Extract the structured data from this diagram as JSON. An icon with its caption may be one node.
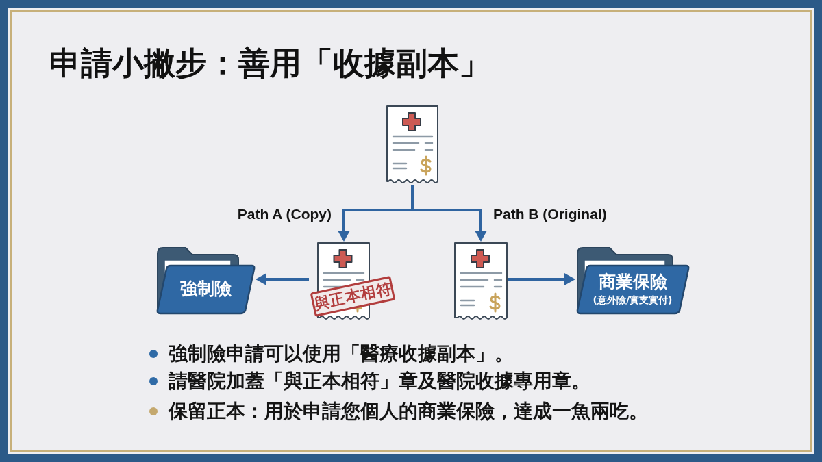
{
  "diagram": {
    "title": "申請小撇步：善用「收據副本」",
    "nodes": [
      {
        "text": [],
        "shape": "picture"
      },
      {
        "text": [
          "強制險"
        ]
      },
      {
        "text": [],
        "shape": "picture"
      },
      {
        "text": [
          "與正本相符"
        ],
        "in": 2
      },
      {
        "text": [],
        "shape": "picture"
      },
      {
        "text": [
          "商業保險",
          "(意外險/實支實付)"
        ]
      }
    ],
    "edges": [
      {
        "from": 0,
        "to": 2,
        "arrow": "to",
        "label": "Path A (Copy)"
      },
      {
        "from": 0,
        "to": 4,
        "arrow": "to",
        "label": "Path B (Original)"
      },
      {
        "from": 2,
        "to": 1,
        "arrow": "to"
      },
      {
        "from": 4,
        "to": 5,
        "arrow": "to"
      }
    ],
    "labels": [
      "強制險申請可以使用「醫療收據副本」。",
      "請醫院加蓋「與正本相符」章及醫院收據專用章。",
      "**保留正本**：用於申請您個人的商業保險，達成一魚兩吃。"
    ]
  }
}
